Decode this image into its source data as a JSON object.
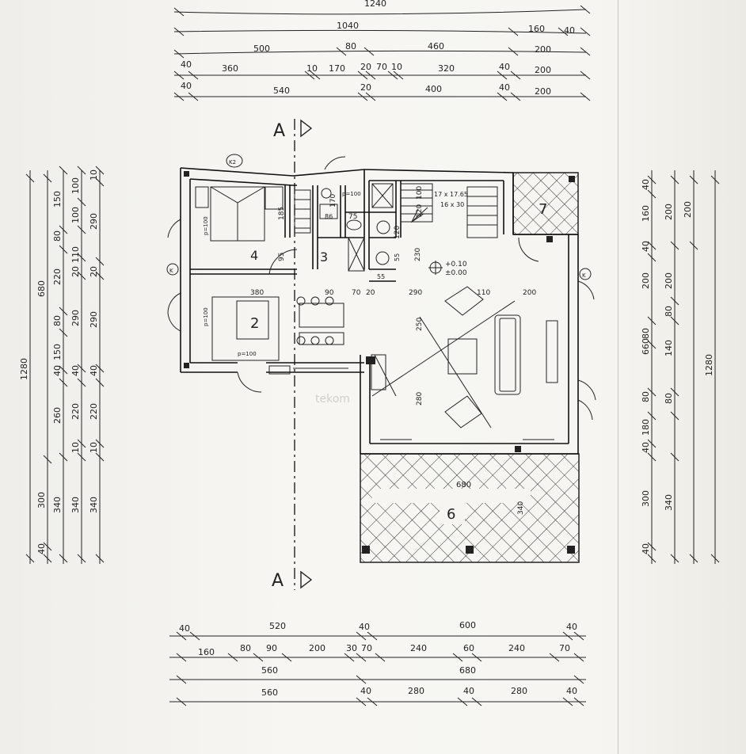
{
  "top_dimensions": {
    "row1": [
      "1240"
    ],
    "row2": [
      "1040",
      "160",
      "40"
    ],
    "row3": [
      "500",
      "80",
      "460",
      "200"
    ],
    "row4": [
      "40",
      "360",
      "10",
      "170",
      "20",
      "70",
      "10",
      "320",
      "40",
      "200"
    ],
    "row5": [
      "40",
      "540",
      "20",
      "400",
      "40",
      "200"
    ]
  },
  "bottom_dimensions": {
    "row1": [
      "40",
      "520",
      "40",
      "600",
      "40"
    ],
    "row2": [
      "160",
      "80",
      "90",
      "200",
      "30",
      "70",
      "240",
      "60",
      "240",
      "70"
    ],
    "row3": [
      "560",
      "680"
    ],
    "row4": [
      "560",
      "40",
      "280",
      "40",
      "280",
      "40"
    ]
  },
  "left_dimensions": {
    "col1": [
      "1280"
    ],
    "col2": [
      "680",
      "300",
      "40"
    ],
    "col3": [
      "150",
      "80",
      "220",
      "80",
      "150",
      "40",
      "260",
      "340"
    ],
    "col4": [
      "100",
      "100",
      "110",
      "20",
      "290",
      "40",
      "220",
      "10",
      "340"
    ],
    "col5": [
      "10",
      "290",
      "20",
      "290",
      "40",
      "220",
      "10",
      "340"
    ]
  },
  "right_dimensions": {
    "col1": [
      "40",
      "160",
      "40",
      "200",
      "80",
      "660",
      "80",
      "180",
      "40",
      "300",
      "40"
    ],
    "col2": [
      "200",
      "200",
      "80",
      "140",
      "80",
      "340"
    ],
    "col3": [
      "200",
      "1280"
    ]
  },
  "section_marks": {
    "top": "A",
    "bottom": "A"
  },
  "rooms": {
    "r2": "2",
    "r3": "3",
    "r4": "4",
    "r6": "6",
    "r7": "7"
  },
  "plan_labels": {
    "k2": "K2",
    "k1_right": "K",
    "k1_left": "K",
    "stair_spec_1": "17 x 17.65",
    "stair_spec_2": "16 x 30",
    "level_1": "+0.10",
    "level_2": "±0.00",
    "p100_a": "p=100",
    "p100_b": "p=100",
    "p100_c": "p=100",
    "p100_d": "p=100",
    "d_185": "185",
    "d_95": "95",
    "d_170": "170",
    "d_86": "86",
    "d_75": "75",
    "d_120": "120",
    "d_120b": "120",
    "d_100": "100",
    "d_55a": "55",
    "d_55b": "55",
    "d_380": "380",
    "d_90": "90",
    "d_70": "70",
    "d_20": "20",
    "d_290": "290",
    "d_110": "110",
    "d_200": "200",
    "d_230": "230",
    "d_250": "250",
    "d_280": "280",
    "d_680": "680",
    "d_340": "340"
  },
  "watermark": "tekom"
}
